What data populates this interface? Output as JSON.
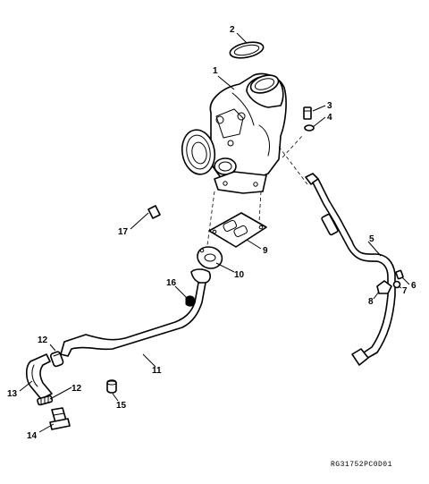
{
  "callouts": {
    "c1": "1",
    "c2": "2",
    "c3": "3",
    "c4": "4",
    "c5": "5",
    "c6": "6",
    "c7": "7",
    "c8": "8",
    "c9": "9",
    "c10": "10",
    "c11": "11",
    "c12a": "12",
    "c12b": "12",
    "c13": "13",
    "c14": "14",
    "c15": "15",
    "c16": "16",
    "c17": "17"
  },
  "reference_code": "RG31752PC0D01"
}
